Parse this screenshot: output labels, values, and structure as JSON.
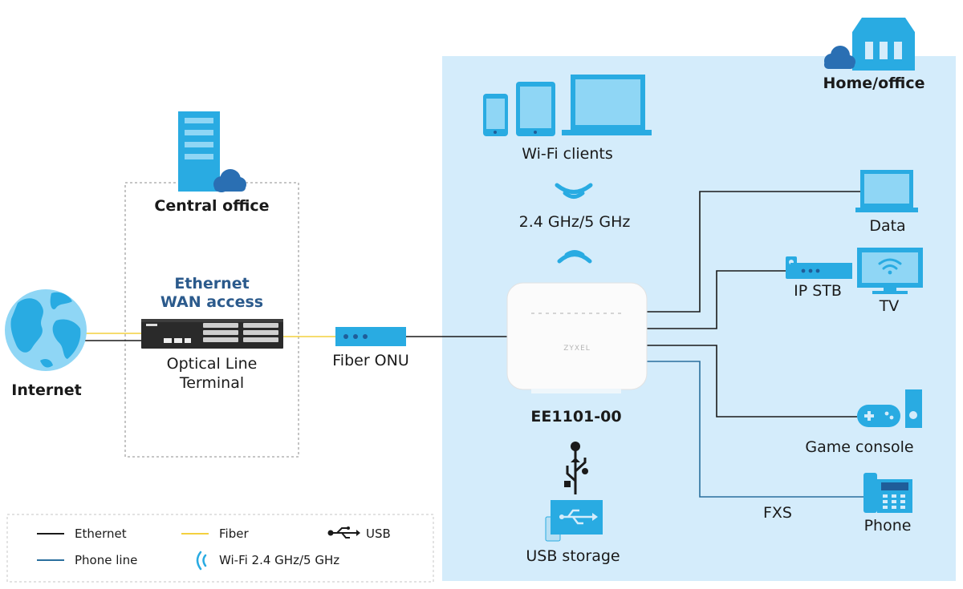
{
  "colors": {
    "ethernet": "#1a1a1a",
    "fiber": "#f4d03f",
    "phone_line": "#2a6f9e",
    "home_area": "#d4ecfb",
    "icon_blue": "#29abe2",
    "icon_light": "#8fd6f5",
    "title_blue": "#2b5a8c"
  },
  "labels": {
    "internet": "Internet",
    "central_office": "Central office",
    "ethernet_wan_line1": "Ethernet",
    "ethernet_wan_line2": "WAN access",
    "olt_line1": "Optical Line",
    "olt_line2": "Terminal",
    "fiber_onu": "Fiber ONU",
    "home_office": "Home/office",
    "wifi_clients": "Wi-Fi clients",
    "wifi_band": "2.4 GHz/5 GHz",
    "router_model": "EE1101-00",
    "router_brand": "ZYXEL",
    "usb_storage": "USB storage",
    "data": "Data",
    "ip_stb": "IP STB",
    "tv": "TV",
    "game_console": "Game console",
    "fxs": "FXS",
    "phone": "Phone"
  },
  "legend": {
    "ethernet": "Ethernet",
    "fiber": "Fiber",
    "usb": "USB",
    "phone_line": "Phone line",
    "wifi": "Wi-Fi 2.4 GHz/5 GHz"
  }
}
